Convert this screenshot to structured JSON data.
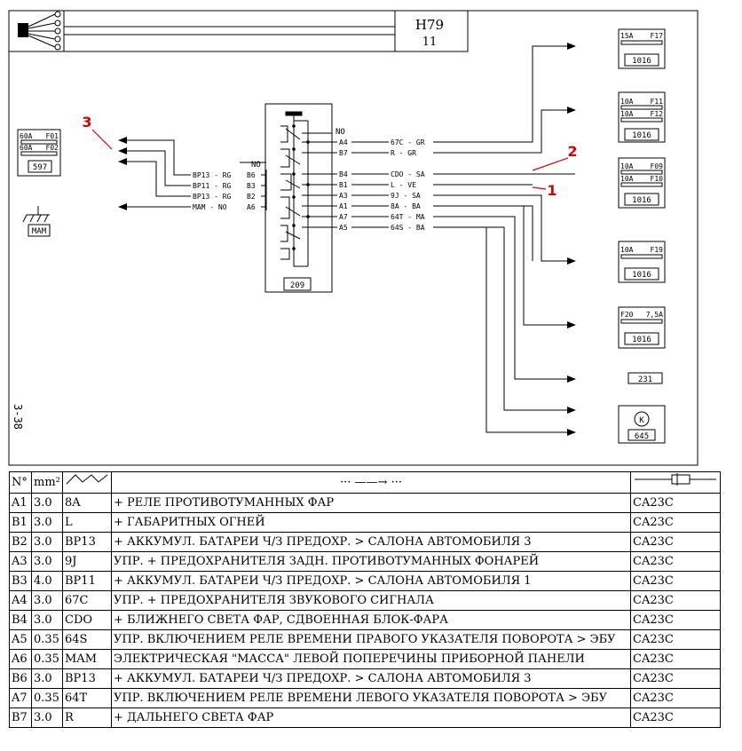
{
  "title_block": {
    "code": "H79",
    "sheet": "11"
  },
  "side_label": "3-38",
  "callouts": [
    "1",
    "2",
    "3"
  ],
  "relay": {
    "number": "209",
    "no_left": "NO",
    "no_right": "NO"
  },
  "ground": "MAM",
  "fuse_boxes": [
    {
      "fuses": [
        [
          "15A",
          "F17"
        ]
      ],
      "box": "1016"
    },
    {
      "fuses": [
        [
          "10A",
          "F11"
        ],
        [
          "10A",
          "F12"
        ]
      ],
      "box": "1016"
    },
    {
      "fuses": [
        [
          "10A",
          "F09"
        ],
        [
          "10A",
          "F10"
        ]
      ],
      "box": "1016"
    },
    {
      "fuses": [
        [
          "10A",
          "F19"
        ]
      ],
      "box": "1016"
    },
    {
      "fuses": [
        [
          "F20",
          "7,5A"
        ]
      ],
      "box": "1016"
    },
    {
      "fuses": [],
      "box": "231"
    },
    {
      "fuses": [],
      "box": "645",
      "symbol": "K"
    }
  ],
  "left_fuse_box": {
    "fuses": [
      [
        "60A",
        "F01"
      ],
      [
        "60A",
        "F02"
      ]
    ],
    "box": "597"
  },
  "left_wires": [
    {
      "label": "BP13 - RG",
      "pin": "B6"
    },
    {
      "label": "BP11 - RG",
      "pin": "B3"
    },
    {
      "label": "BP13 - RG",
      "pin": "B2"
    },
    {
      "label": "MAM - NO",
      "pin": "A6"
    }
  ],
  "right_wires": [
    {
      "pin": "A4",
      "label": "67C - GR"
    },
    {
      "pin": "B7",
      "label": "R - GR"
    },
    {
      "pin": "B4",
      "label": "CDO - SA"
    },
    {
      "pin": "B1",
      "label": "L - VE"
    },
    {
      "pin": "A3",
      "label": "9J - SA"
    },
    {
      "pin": "A1",
      "label": "8A - BA"
    },
    {
      "pin": "A7",
      "label": "64T - MA"
    },
    {
      "pin": "A5",
      "label": "64S - BA"
    }
  ],
  "table": {
    "headers": [
      "N°",
      "mm²",
      "",
      "··· ——→ ···",
      ""
    ],
    "rows": [
      [
        "A1",
        "3.0",
        "8A",
        "+ РЕЛЕ ПРОТИВОТУМАННЫХ ФАР",
        "CA23C"
      ],
      [
        "B1",
        "3.0",
        "L",
        "+ ГАБАРИТНЫХ ОГНЕЙ",
        "CA23C"
      ],
      [
        "B2",
        "3.0",
        "BP13",
        "+ АККУМУЛ. БАТАРЕИ Ч/З ПРЕДОХР. > САЛОНА АВТОМОБИЛЯ 3",
        "CA23C"
      ],
      [
        "A3",
        "3.0",
        "9J",
        "УПР. + ПРЕДОХРАНИТЕЛЯ ЗАДН. ПРОТИВОТУМАННЫХ ФОНАРЕЙ",
        "CA23C"
      ],
      [
        "B3",
        "4.0",
        "BP11",
        "+ АККУМУЛ. БАТАРЕИ Ч/З ПРЕДОХР. > САЛОНА АВТОМОБИЛЯ 1",
        "CA23C"
      ],
      [
        "A4",
        "3.0",
        "67C",
        "УПР. + ПРЕДОХРАНИТЕЛЯ ЗВУКОВОГО СИГНАЛА",
        "CA23C"
      ],
      [
        "B4",
        "3.0",
        "CDO",
        "+ БЛИЖНЕГО СВЕТА ФАР, СДВОЕННАЯ БЛОК-ФАРА",
        "CA23C"
      ],
      [
        "A5",
        "0.35",
        "64S",
        "УПР. ВКЛЮЧЕНИЕМ РЕЛЕ ВРЕМЕНИ ПРАВОГО УКАЗАТЕЛЯ ПОВОРОТА > ЭБУ",
        "CA23C"
      ],
      [
        "A6",
        "0.35",
        "MAM",
        "ЭЛЕКТРИЧЕСКАЯ \"МАССА\" ЛЕВОЙ ПОПЕРЕЧИНЫ ПРИБОРНОЙ ПАНЕЛИ",
        "CA23C"
      ],
      [
        "B6",
        "3.0",
        "BP13",
        "+ АККУМУЛ. БАТАРЕИ Ч/З ПРЕДОХР. > САЛОНА АВТОМОБИЛЯ 3",
        "CA23C"
      ],
      [
        "A7",
        "0.35",
        "64T",
        "УПР. ВКЛЮЧЕНИЕМ РЕЛЕ ВРЕМЕНИ ЛЕВОГО УКАЗАТЕЛЯ ПОВОРОТА > ЭБУ",
        "CA23C"
      ],
      [
        "B7",
        "3.0",
        "R",
        "+ ДАЛЬНЕГО СВЕТА ФАР",
        "CA23C"
      ]
    ]
  }
}
